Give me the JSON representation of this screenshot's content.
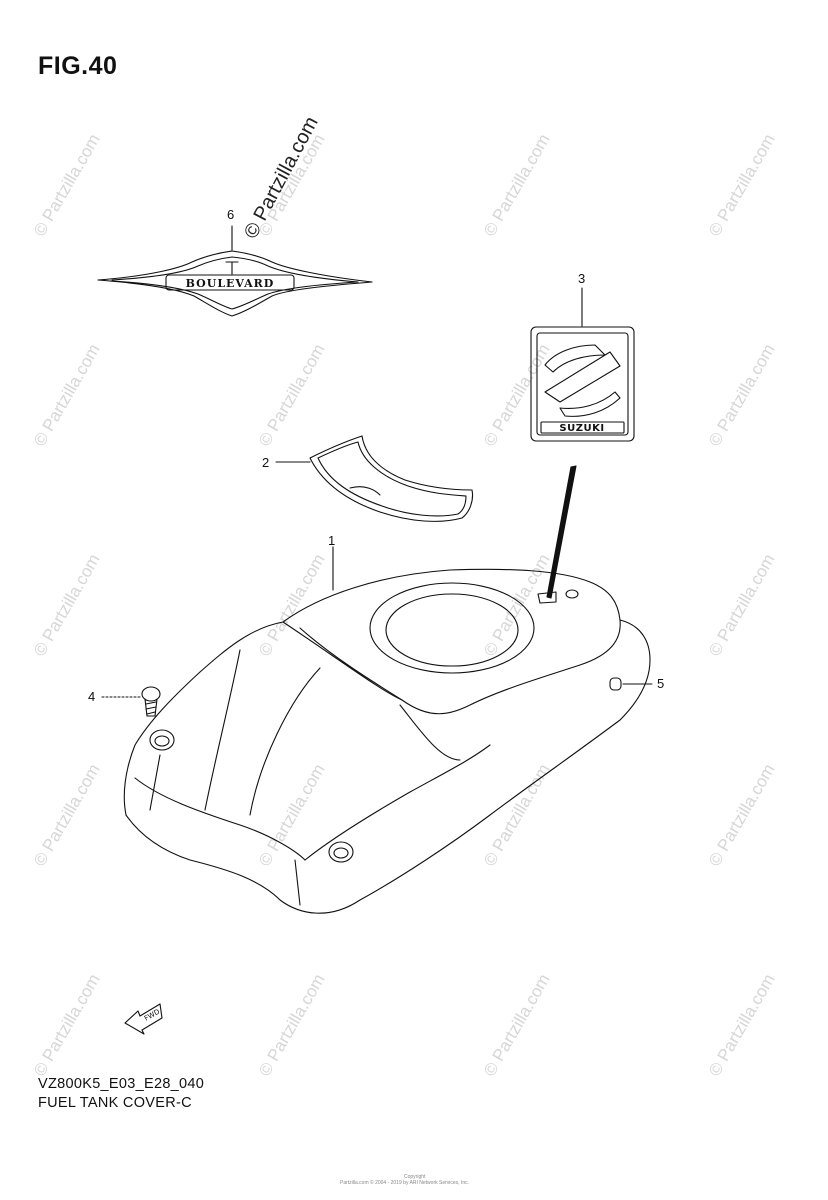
{
  "figure": {
    "title": "FIG.40",
    "watermark": "© Partzilla.com",
    "background_watermark": "© Partzilla.com",
    "copyright": "Copyright",
    "fine_print": "Partzilla.com © 2004 - 2019 by ARI Network Services, Inc."
  },
  "emblem_text": {
    "boulevard": "BOULEVARD",
    "suzuki_logo_word": "SUZUKI"
  },
  "callouts": [
    {
      "id": "1",
      "label": "1"
    },
    {
      "id": "2",
      "label": "2"
    },
    {
      "id": "3",
      "label": "3"
    },
    {
      "id": "4",
      "label": "4"
    },
    {
      "id": "5",
      "label": "5"
    },
    {
      "id": "6",
      "label": "6"
    }
  ],
  "footer": {
    "code": "VZ800K5_E03_E28_040",
    "name": "FUEL TANK COVER-C"
  },
  "fwd_label": "FWD",
  "colors": {
    "line": "#111111",
    "watermark": "#d6d6d6"
  }
}
